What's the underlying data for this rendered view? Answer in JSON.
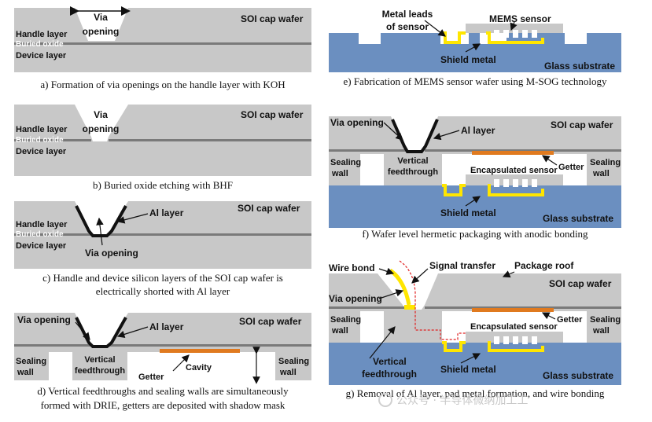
{
  "captions": {
    "a": "a) Formation of via openings on the handle layer with KOH",
    "b": "b) Buried oxide etching with BHF",
    "c1": "c) Handle and device silicon layers of the SOI cap wafer is",
    "c2": "electrically shorted with Al layer",
    "d1": "d) Vertical feedthroughs and sealing walls are simultaneously",
    "d2": "formed with DRIE, getters are deposited with shadow mask",
    "e": "e) Fabrication of MEMS sensor wafer using M-SOG technology",
    "f": "f) Wafer level hermetic packaging with anodic bonding",
    "g": "g) Removal of Al layer, pad metal formation, and wire bonding"
  },
  "labels": {
    "soi_cap_wafer": "SOI cap wafer",
    "via": "Via",
    "opening": "opening",
    "via_opening": "Via opening",
    "handle_layer": "Handle layer",
    "buried_oxide": "Buried oxide",
    "device_layer": "Device layer",
    "al_layer": "Al layer",
    "sealing": "Sealing",
    "wall": "wall",
    "vertical": "Vertical",
    "feedthrough": "feedthrough",
    "getter": "Getter",
    "cavity": "Cavity",
    "metal_leads_1": "Metal leads",
    "metal_leads_2": "of sensor",
    "mems_sensor": "MEMS sensor",
    "shield_metal": "Shield metal",
    "glass_substrate": "Glass substrate",
    "encapsulated_sensor": "Encapsulated sensor",
    "wire_bond": "Wire bond",
    "signal_transfer": "Signal transfer",
    "package_roof": "Package roof"
  },
  "watermark": "公众号 · 半导体微纳加工工",
  "colors": {
    "silicon": "#c8c8c8",
    "oxide": "#7a7a7a",
    "glass": "#6b8fc0",
    "aluminum": "#111111",
    "metal": "#ffe600",
    "getter": "#e07a1f",
    "signal": "#e02020"
  }
}
